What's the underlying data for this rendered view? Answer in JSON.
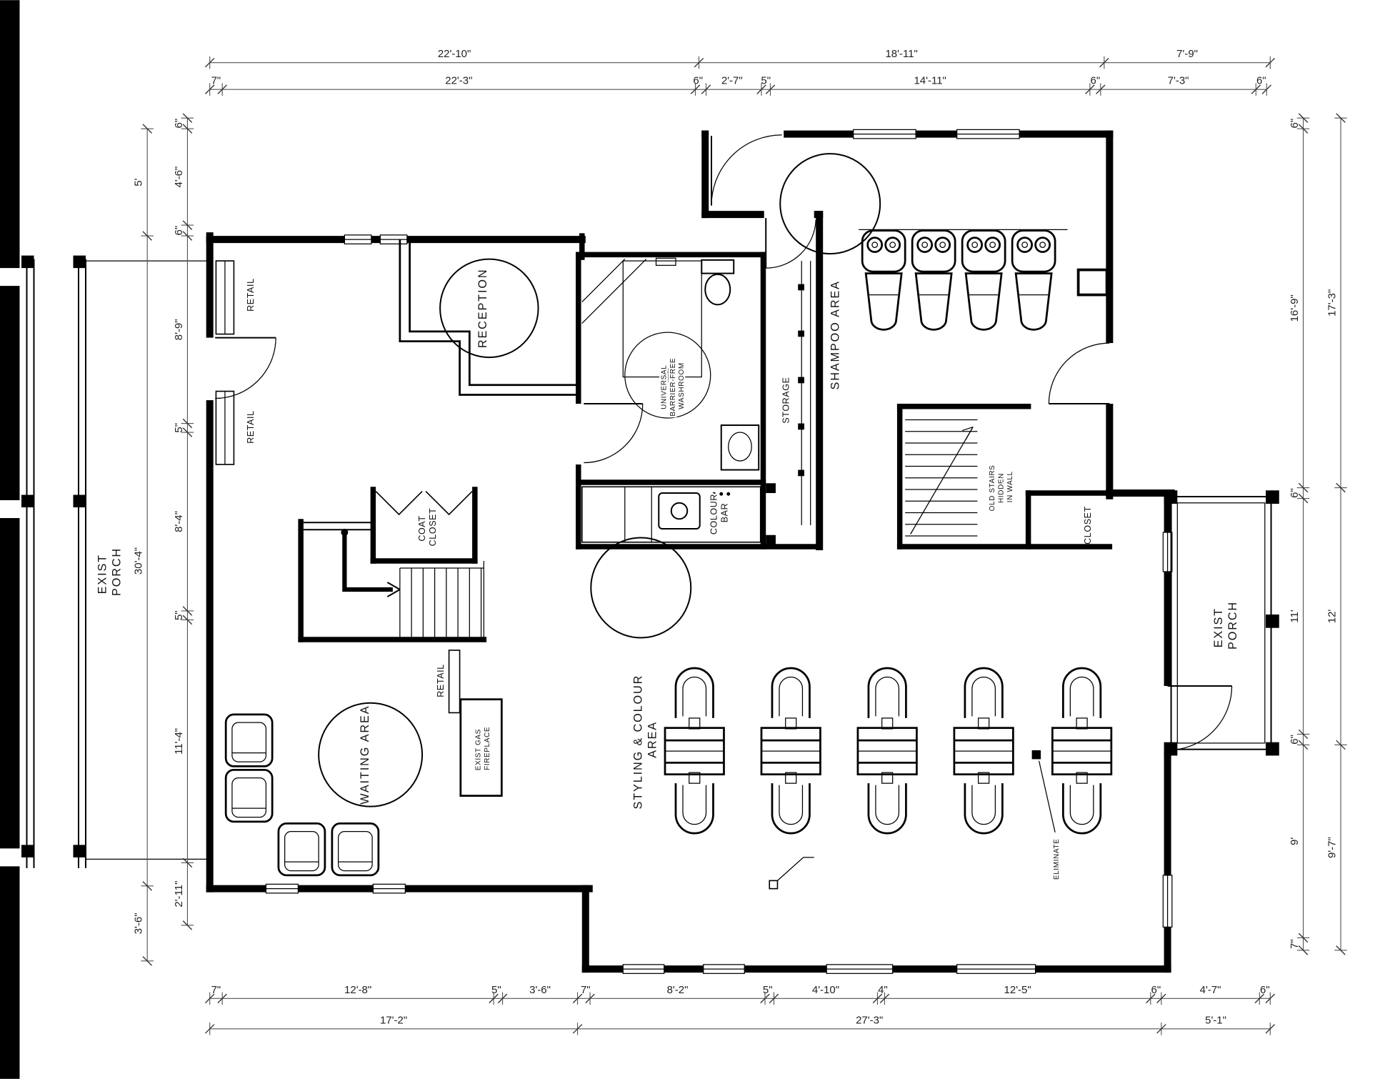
{
  "rooms": {
    "reception": "RECEPTION",
    "retail_upper": "RETAIL",
    "retail_lower": "RETAIL",
    "retail_center": "RETAIL",
    "shampoo": "SHAMPOO AREA",
    "storage": "STORAGE",
    "washroom_l1": "UNIVERSAL",
    "washroom_l2": "BARRIER-FREE",
    "washroom_l3": "WASHROOM",
    "colour_bar_l1": "COLOUR",
    "colour_bar_l2": "BAR",
    "coat_closet_l1": "COAT",
    "coat_closet_l2": "CLOSET",
    "old_stairs_l1": "OLD STAIRS",
    "old_stairs_l2": "HIDDEN",
    "old_stairs_l3": "IN WALL",
    "closet": "CLOSET",
    "waiting": "WAITING AREA",
    "styling_l1": "STYLING & COLOUR",
    "styling_l2": "AREA",
    "porch_left_l1": "EXIST",
    "porch_left_l2": "PORCH",
    "porch_right_l1": "EXIST",
    "porch_right_l2": "PORCH",
    "fireplace_l1": "EXIST GAS",
    "fireplace_l2": "FIREPLACE",
    "eliminate": "ELIMINATE"
  },
  "dimensions": {
    "top_row1": [
      "22'-10\"",
      "18'-11\"",
      "7'-9\""
    ],
    "top_row2": [
      "7\"",
      "22'-3\"",
      "6\"",
      "2'-7\"",
      "5\"",
      "14'-11\"",
      "6\"",
      "7'-3\"",
      "6\""
    ],
    "bottom_row1": [
      "7\"",
      "12'-8\"",
      "5\"",
      "3'-6\"",
      "7\"",
      "8'-2\"",
      "5\"",
      "4'-10\"",
      "4\"",
      "12'-5\"",
      "6\"",
      "4'-7\"",
      "6\""
    ],
    "bottom_row2": [
      "17'-2\"",
      "27'-3\"",
      "5'-1\""
    ],
    "left_outer": [
      "5'",
      "30'-4\"",
      "3'-6\""
    ],
    "left_inner": [
      "6\"",
      "4'-6\"",
      "6\"",
      "8'-9\"",
      "5\"",
      "8'-4\"",
      "5\"",
      "11'-4\"",
      "2'-11\""
    ],
    "right_outer": [
      "17'-3\"",
      "12'",
      "9'-7\""
    ],
    "right_inner": [
      "6\"",
      "16'-9\"",
      "6\"",
      "11'",
      "6\"",
      "9'",
      "7\""
    ]
  }
}
